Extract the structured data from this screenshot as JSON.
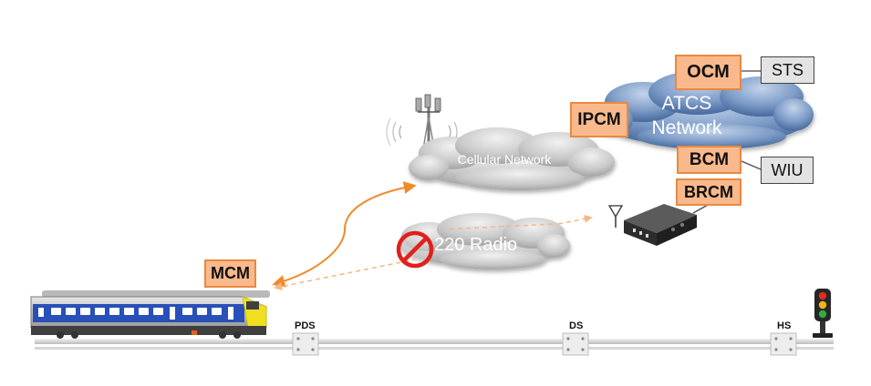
{
  "clouds": {
    "cellular": "Cellular Network",
    "atcs": [
      "ATCS",
      "Network"
    ],
    "radio": "220 Radio"
  },
  "modules": {
    "ocm": "OCM",
    "ipcm": "IPCM",
    "bcm": "BCM",
    "brcm": "BRCM",
    "mcm": "MCM"
  },
  "systems": {
    "sts": "STS",
    "wiu": "WIU"
  },
  "signs": {
    "pds": "PDS",
    "ds": "DS",
    "hs": "HS"
  },
  "colors": {
    "module_fill": "#f9b98c",
    "module_border": "#e98940",
    "link_orange": "#f08a2a",
    "atcs_cloud": "#4a6ea0",
    "cellular_cloud": "#b8b8b8",
    "train_blue": "#2850b8",
    "train_yellow": "#f0e020"
  }
}
